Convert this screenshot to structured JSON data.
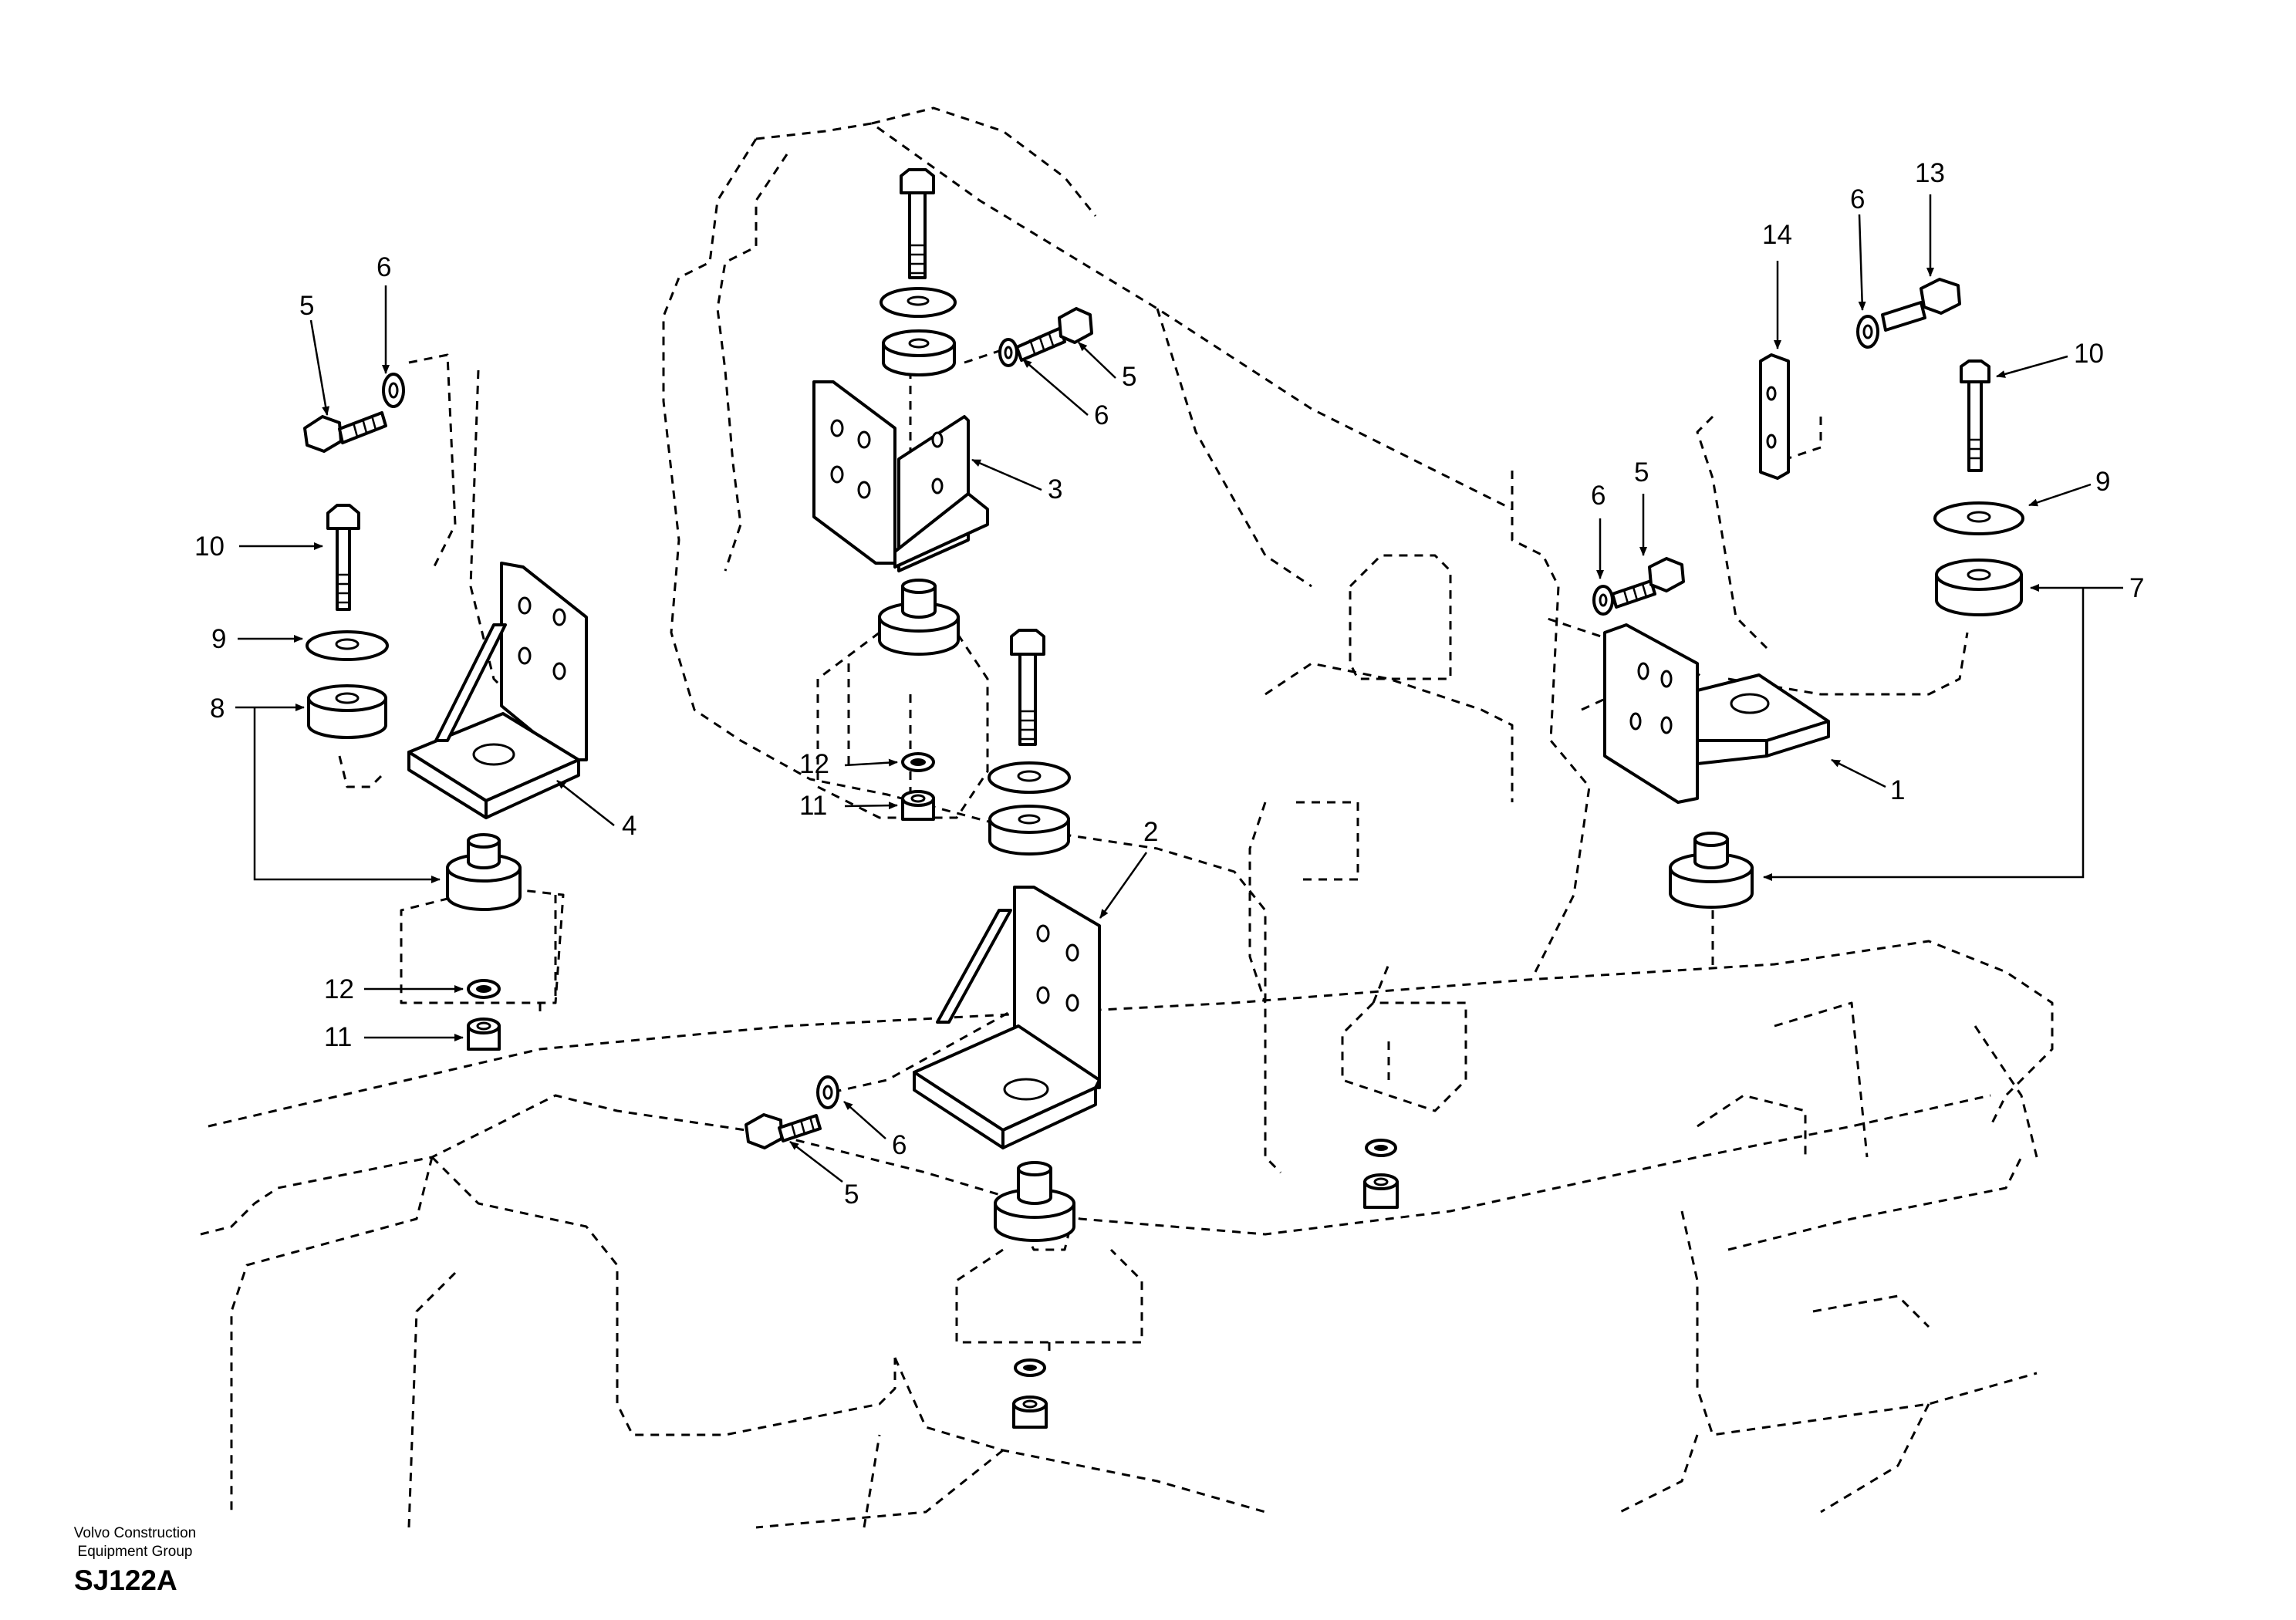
{
  "figure": {
    "callouts": {
      "c_13": "13",
      "c_14": "14",
      "c_6_right": "6",
      "c_10_right": "10",
      "c_9_right": "9",
      "c_7": "7",
      "c_6_mid": "6",
      "c_5_mid": "5",
      "c_1": "1",
      "c_5_top": "5",
      "c_6_top": "6",
      "c_3": "3",
      "c_12_mid": "12",
      "c_11_mid": "11",
      "c_2": "2",
      "c_6_bottom": "6",
      "c_5_bottom": "5",
      "c_5_left": "5",
      "c_6_left": "6",
      "c_10_left": "10",
      "c_9_left": "9",
      "c_8": "8",
      "c_4": "4",
      "c_12_left": "12",
      "c_11_left": "11"
    }
  },
  "footer": {
    "company_line1": "Volvo Construction",
    "company_line2": "Equipment Group",
    "code": "SJ122A"
  }
}
